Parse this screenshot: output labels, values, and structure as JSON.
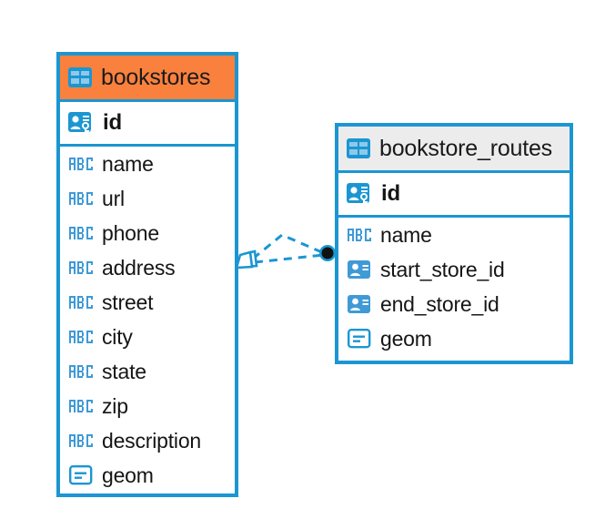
{
  "diagram": {
    "type": "entity-relationship-diagram",
    "background_color": "#ffffff",
    "accent_color": "#1b96d2",
    "highlight_color": "#f9813d"
  },
  "tables": [
    {
      "name": "bookstores",
      "header_color": "#f9813d",
      "header_icon": "table-grid-icon",
      "primary_key": {
        "label": "id",
        "icon": "primary-key-icon"
      },
      "fields": [
        {
          "label": "name",
          "icon": "abc-text-icon",
          "icon_text": "ABC"
        },
        {
          "label": "url",
          "icon": "abc-text-icon",
          "icon_text": "ABC"
        },
        {
          "label": "phone",
          "icon": "abc-text-icon",
          "icon_text": "ABC"
        },
        {
          "label": "address",
          "icon": "abc-text-icon",
          "icon_text": "ABC"
        },
        {
          "label": "street",
          "icon": "abc-text-icon",
          "icon_text": "ABC"
        },
        {
          "label": "city",
          "icon": "abc-text-icon",
          "icon_text": "ABC"
        },
        {
          "label": "state",
          "icon": "abc-text-icon",
          "icon_text": "ABC"
        },
        {
          "label": "zip",
          "icon": "abc-text-icon",
          "icon_text": "ABC"
        },
        {
          "label": "description",
          "icon": "abc-text-icon",
          "icon_text": "ABC"
        },
        {
          "label": "geom",
          "icon": "geometry-icon",
          "icon_text": ""
        }
      ]
    },
    {
      "name": "bookstore_routes",
      "header_color": "#ececec",
      "header_icon": "table-grid-icon",
      "primary_key": {
        "label": "id",
        "icon": "primary-key-icon"
      },
      "fields": [
        {
          "label": "name",
          "icon": "abc-text-icon",
          "icon_text": "ABC"
        },
        {
          "label": "start_store_id",
          "icon": "foreign-key-icon",
          "icon_text": ""
        },
        {
          "label": "end_store_id",
          "icon": "foreign-key-icon",
          "icon_text": ""
        },
        {
          "label": "geom",
          "icon": "geometry-icon",
          "icon_text": ""
        }
      ]
    }
  ],
  "relationship": {
    "style": "dashed",
    "color": "#1b96d2",
    "source_marker": "polygon-shape-marker",
    "target_marker": "filled-circle-marker"
  }
}
